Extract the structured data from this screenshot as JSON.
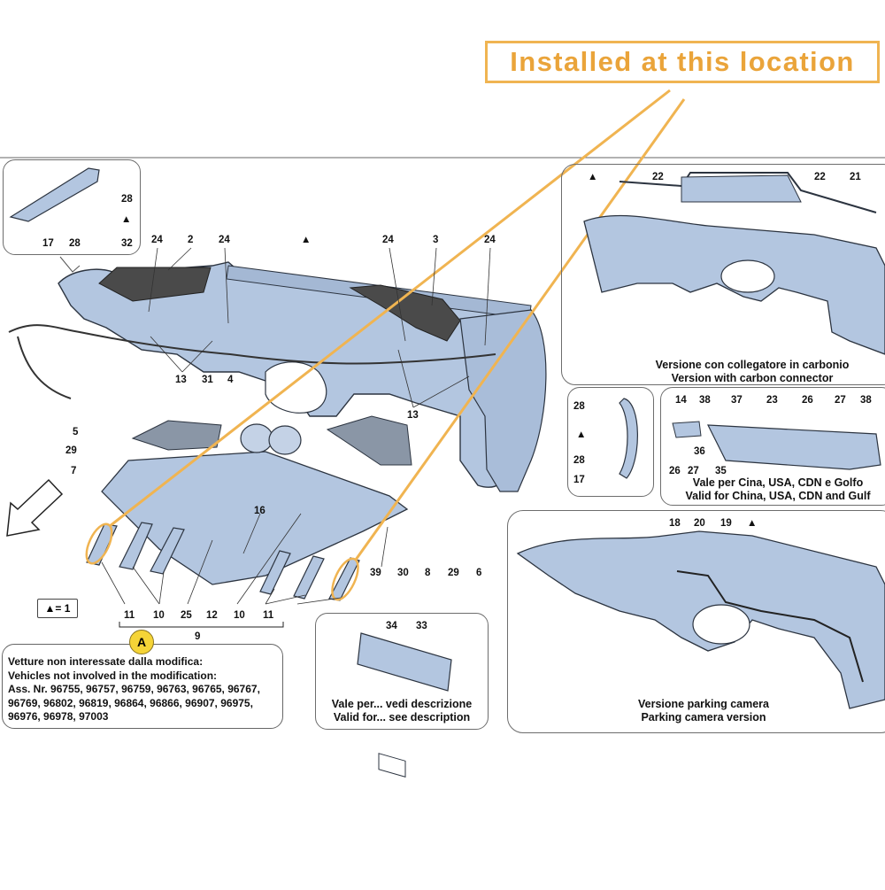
{
  "callout": {
    "text": "Installed at this location",
    "color": "#eaa43a"
  },
  "colors": {
    "part_fill": "#b3c6e0",
    "part_stroke": "#2c3440",
    "mesh": "#444444",
    "highlight": "#f0b451",
    "badge": "#f5d437"
  },
  "legend": {
    "text": "▲= 1"
  },
  "note_badge": "A",
  "note_lines": [
    "Vetture non interessate dalla modifica:",
    "Vehicles not involved in the modification:",
    "Ass. Nr. 96755, 96757, 96759, 96763, 96765, 96767,",
    "96769, 96802, 96819, 96864, 96866, 96907, 96975,",
    "96976, 96978, 97003"
  ],
  "captions": {
    "carbon_it": "Versione con collegatore in carbonio",
    "carbon_en": "Version with carbon connector",
    "china_it": "Vale per Cina, USA, CDN e Golfo",
    "china_en": "Valid for China, USA, CDN and Gulf",
    "plate_it": "Vale per... vedi descrizione",
    "plate_en": "Valid for... see description",
    "parking_it": "Versione parking camera",
    "parking_en": "Parking camera version"
  },
  "labels": {
    "inset_tl": [
      "28",
      "▲",
      "17",
      "28",
      "32"
    ],
    "top_row": [
      "24",
      "2",
      "24",
      "▲",
      "24",
      "3",
      "24"
    ],
    "left": [
      "13",
      "31",
      "4",
      "5",
      "29",
      "7",
      "13"
    ],
    "bottom": [
      "16",
      "39",
      "30",
      "8",
      "29",
      "6"
    ],
    "bottom_row": [
      "11",
      "10",
      "25",
      "12",
      "10",
      "11"
    ],
    "bottom_group": "9",
    "carbon": [
      "▲",
      "22",
      "22",
      "21"
    ],
    "side": [
      "28",
      "▲",
      "28",
      "17"
    ],
    "china": [
      "14",
      "38",
      "37",
      "23",
      "26",
      "27",
      "38",
      "36",
      "26",
      "27",
      "35"
    ],
    "plate": [
      "34",
      "33"
    ],
    "parking": [
      "18",
      "20",
      "19",
      "▲"
    ]
  }
}
